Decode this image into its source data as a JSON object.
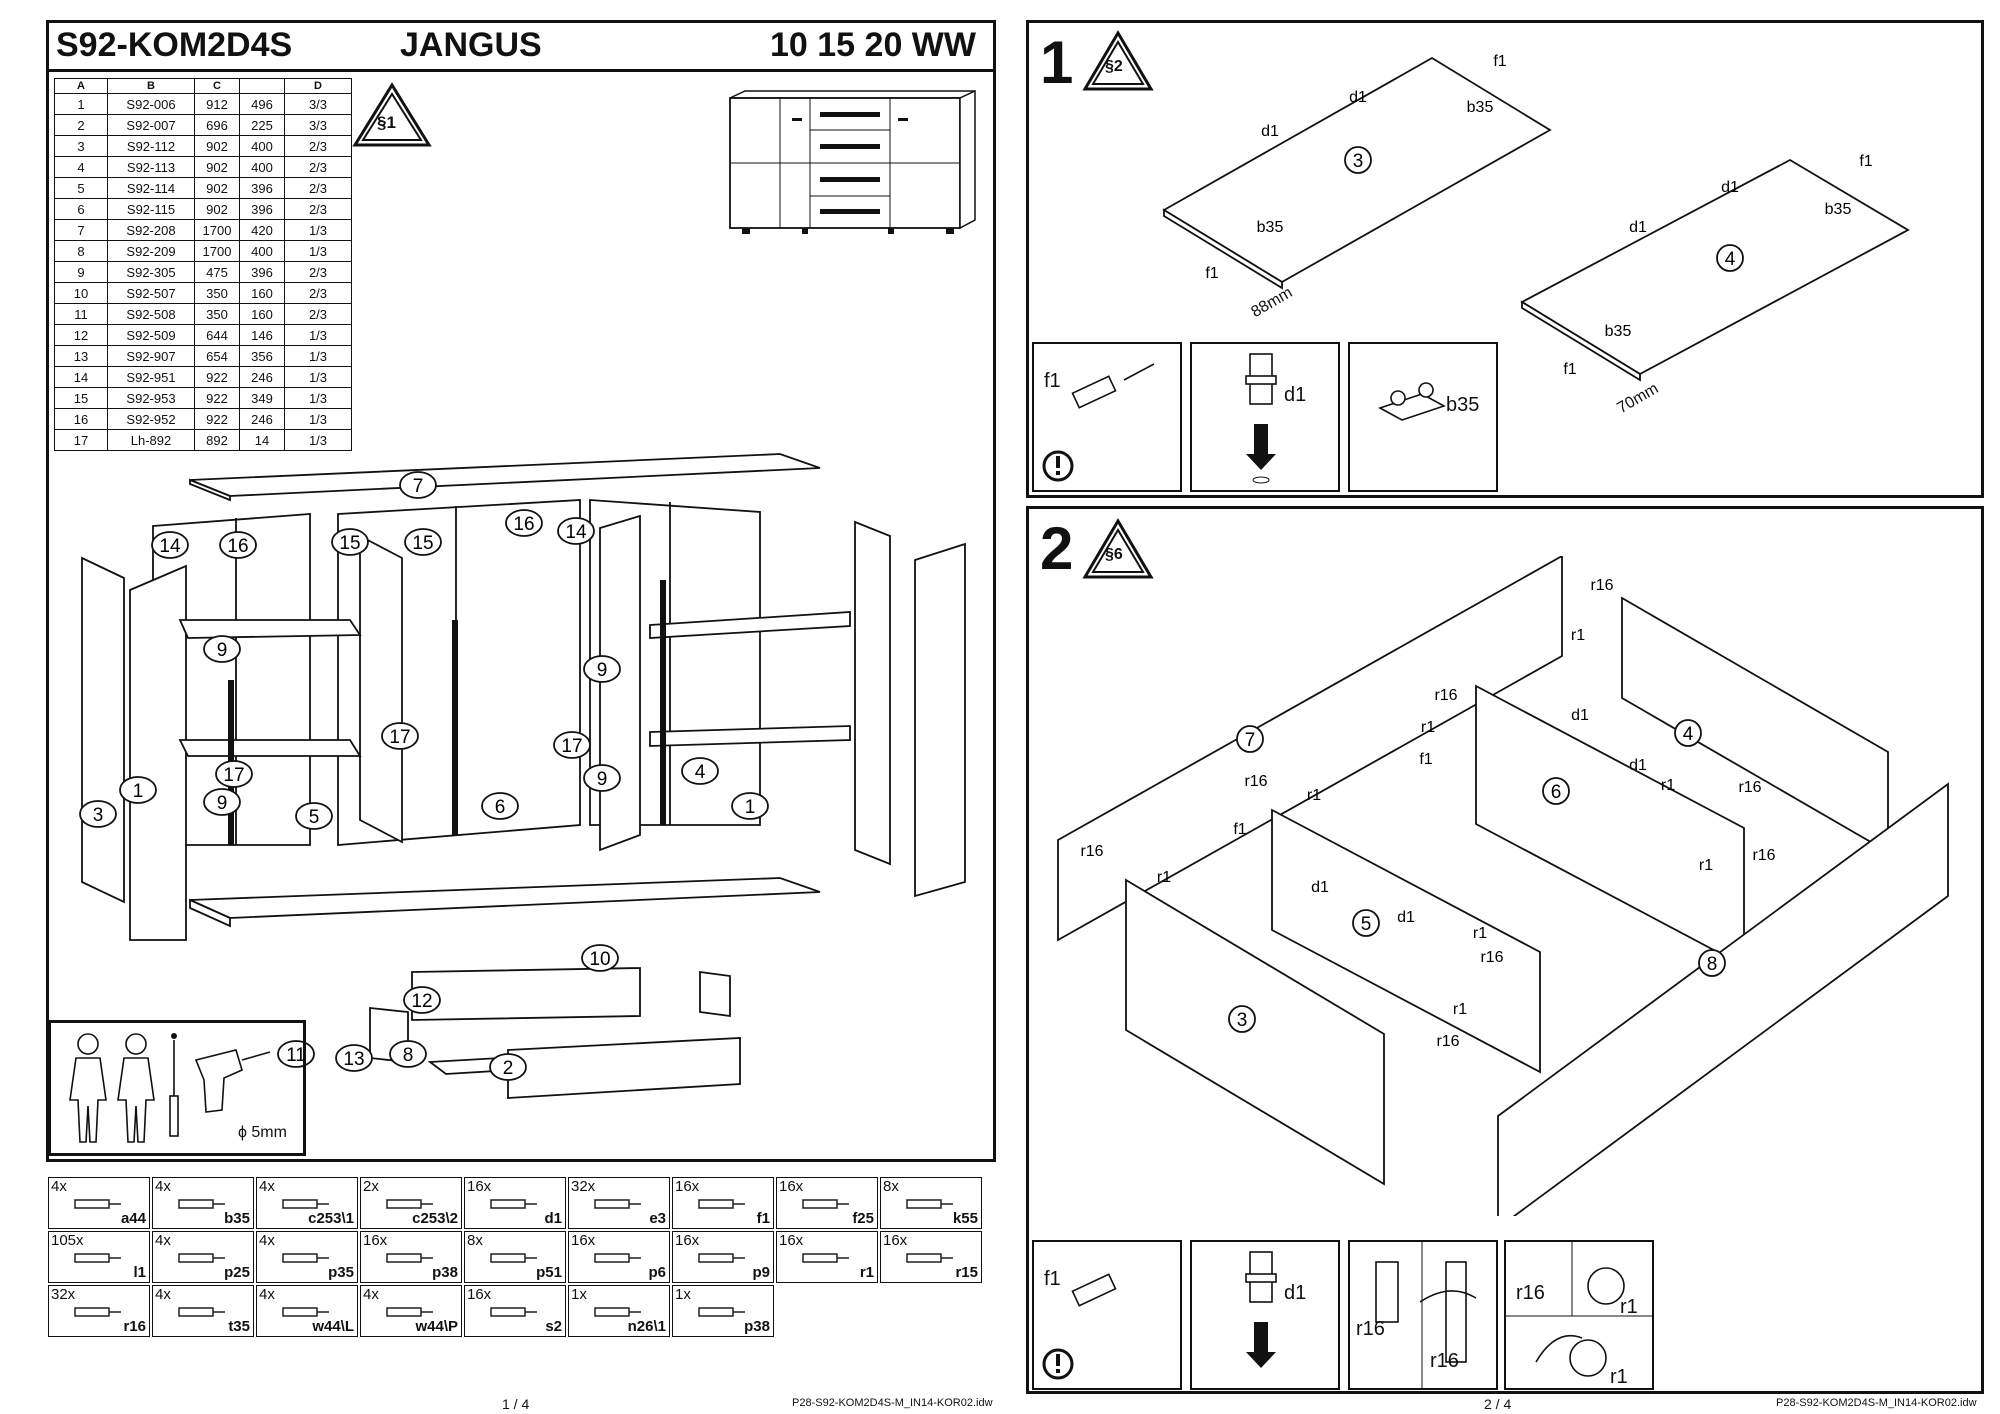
{
  "page1": {
    "code": "S92-KOM2D4S",
    "name": "JANGUS",
    "colors": "10 15 20 WW",
    "section_mark": "§1",
    "table": {
      "headers": [
        "A",
        "B",
        "C",
        "",
        "D"
      ],
      "rows": [
        [
          "1",
          "S92-006",
          "912",
          "496",
          "3/3"
        ],
        [
          "2",
          "S92-007",
          "696",
          "225",
          "3/3"
        ],
        [
          "3",
          "S92-112",
          "902",
          "400",
          "2/3"
        ],
        [
          "4",
          "S92-113",
          "902",
          "400",
          "2/3"
        ],
        [
          "5",
          "S92-114",
          "902",
          "396",
          "2/3"
        ],
        [
          "6",
          "S92-115",
          "902",
          "396",
          "2/3"
        ],
        [
          "7",
          "S92-208",
          "1700",
          "420",
          "1/3"
        ],
        [
          "8",
          "S92-209",
          "1700",
          "400",
          "1/3"
        ],
        [
          "9",
          "S92-305",
          "475",
          "396",
          "2/3"
        ],
        [
          "10",
          "S92-507",
          "350",
          "160",
          "2/3"
        ],
        [
          "11",
          "S92-508",
          "350",
          "160",
          "2/3"
        ],
        [
          "12",
          "S92-509",
          "644",
          "146",
          "1/3"
        ],
        [
          "13",
          "S92-907",
          "654",
          "356",
          "1/3"
        ],
        [
          "14",
          "S92-951",
          "922",
          "246",
          "1/3"
        ],
        [
          "15",
          "S92-953",
          "922",
          "349",
          "1/3"
        ],
        [
          "16",
          "S92-952",
          "922",
          "246",
          "1/3"
        ],
        [
          "17",
          "Lh-892",
          "892",
          "14",
          "1/3"
        ]
      ]
    },
    "tool_label": "ϕ 5mm",
    "hardware": [
      {
        "qty": "4x",
        "code": "a44"
      },
      {
        "qty": "4x",
        "code": "b35"
      },
      {
        "qty": "4x",
        "code": "c253\\1"
      },
      {
        "qty": "2x",
        "code": "c253\\2"
      },
      {
        "qty": "16x",
        "code": "d1"
      },
      {
        "qty": "32x",
        "code": "e3"
      },
      {
        "qty": "16x",
        "code": "f1"
      },
      {
        "qty": "16x",
        "code": "f25"
      },
      {
        "qty": "8x",
        "code": "k55"
      },
      {
        "qty": "105x",
        "code": "l1"
      },
      {
        "qty": "4x",
        "code": "p25"
      },
      {
        "qty": "4x",
        "code": "p35"
      },
      {
        "qty": "16x",
        "code": "p38"
      },
      {
        "qty": "8x",
        "code": "p51"
      },
      {
        "qty": "16x",
        "code": "p6"
      },
      {
        "qty": "16x",
        "code": "p9"
      },
      {
        "qty": "16x",
        "code": "r1"
      },
      {
        "qty": "16x",
        "code": "r15"
      },
      {
        "qty": "32x",
        "code": "r16"
      },
      {
        "qty": "4x",
        "code": "t35"
      },
      {
        "qty": "4x",
        "code": "w44\\L"
      },
      {
        "qty": "4x",
        "code": "w44\\P"
      },
      {
        "qty": "16x",
        "code": "s2"
      },
      {
        "qty": "1x",
        "code": "n26\\1"
      },
      {
        "qty": "1x",
        "code": "p38"
      }
    ],
    "page_number": "1 / 4",
    "file_name": "P28-S92-KOM2D4S-M_IN14-KOR02.idw"
  },
  "page2": {
    "step1": {
      "number": "1",
      "mark": "§2",
      "dim_a": "88mm",
      "dim_b": "70mm"
    },
    "step2": {
      "number": "2",
      "mark": "§6"
    },
    "page_number": "2 / 4",
    "file_name": "P28-S92-KOM2D4S-M_IN14-KOR02.idw"
  },
  "part_labels": [
    "1",
    "2",
    "3",
    "4",
    "5",
    "6",
    "7",
    "8",
    "9",
    "10",
    "11",
    "12",
    "13",
    "14",
    "15",
    "16",
    "17"
  ],
  "fitting_labels": [
    "d1",
    "f1",
    "b35",
    "r1",
    "r16"
  ]
}
